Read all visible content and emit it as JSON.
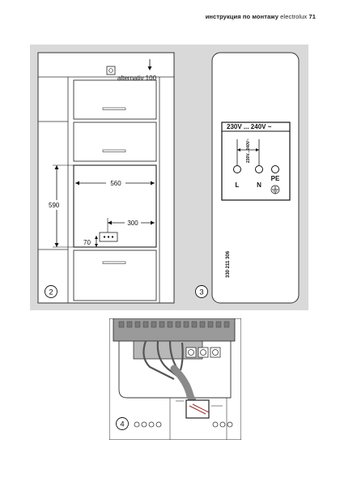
{
  "header": {
    "title": "инструкция по монтажу",
    "brand": "electrolux",
    "page": "71"
  },
  "fig1": {
    "number": "2",
    "alt_label": "alternativ 100",
    "dim_width": "560",
    "dim_height": "590",
    "dim_socket_x": "300",
    "dim_socket_y": "70"
  },
  "fig2": {
    "number": "3",
    "voltage": "230V ... 240V ~",
    "voltage_bridge": "230V...240V~",
    "terminals": [
      "L",
      "N",
      "PE"
    ],
    "part_no": "330 211 306"
  },
  "fig3": {
    "number": "4"
  }
}
